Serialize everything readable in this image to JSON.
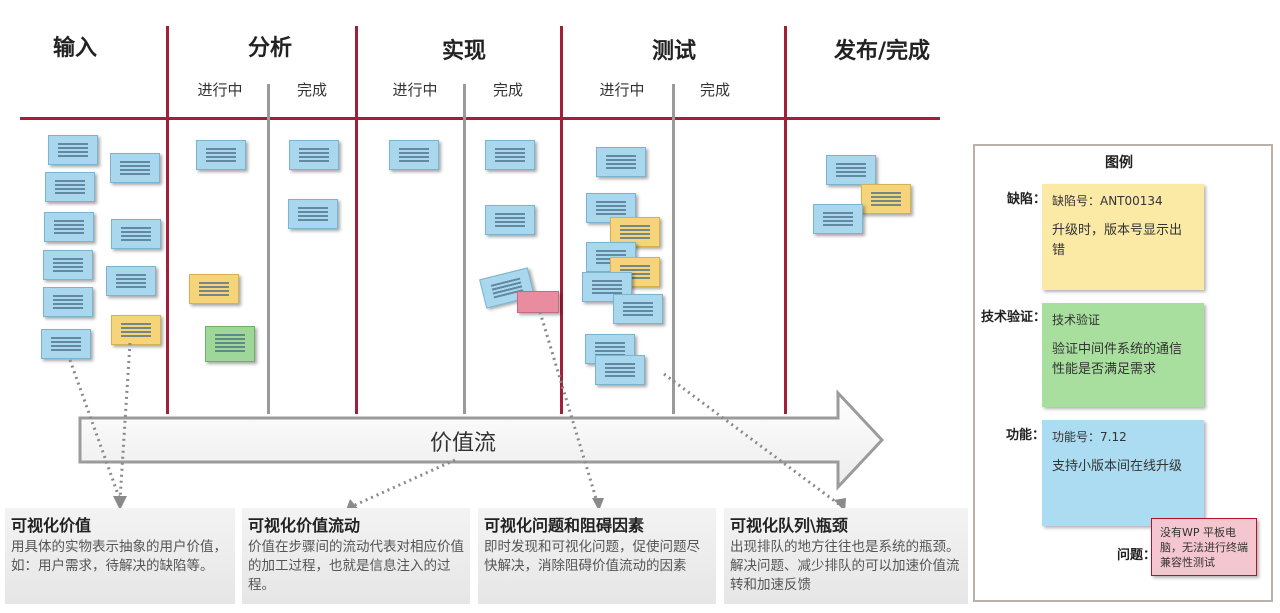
{
  "columns": {
    "input": "输入",
    "analysis": "分析",
    "implement": "实现",
    "test": "测试",
    "release": "发布/完成"
  },
  "subcolumns": {
    "analysis_doing": "进行中",
    "analysis_done": "完成",
    "implement_doing": "进行中",
    "implement_done": "完成",
    "test_doing": "进行中",
    "test_done": "完成"
  },
  "value_stream": "价值流",
  "descriptions": [
    {
      "title": "可视化价值",
      "body": "用具体的实物表示抽象的用户价值，如：用户需求，待解决的缺陷等。"
    },
    {
      "title": "可视化价值流动",
      "body": "价值在步骤间的流动代表对相应价值的加工过程，也就是信息注入的过程。"
    },
    {
      "title": "可视化问题和阻碍因素",
      "body": "即时发现和可视化问题，促使问题尽快解决，消除阻碍价值流动的因素"
    },
    {
      "title": "可视化队列\\瓶颈",
      "body": "出现排队的地方往往也是系统的瓶颈。解决问题、减少排队的可以加速价值流转和加速反馈"
    }
  ],
  "legend": {
    "title": "图例",
    "defect_label": "缺陷：",
    "defect_id": "缺陷号：ANT00134",
    "defect_text": "升级时，版本号显示出错",
    "tech_label": "技术验证：",
    "tech_title": "技术验证",
    "tech_text": "验证中间件系统的通信性能是否满足需求",
    "feature_label": "功能：",
    "feature_id": "功能号：7.12",
    "feature_text": "支持小版本间在线升级",
    "issue_label": "问题：",
    "issue_text": "没有WP 平板电脑，无法进行终端兼容性测试"
  },
  "colors": {
    "board_line": "#a0203a",
    "card_blue": "#a9d8ee",
    "card_yellow": "#f5d47a",
    "card_green": "#9ed798",
    "card_pink": "#ea8ca0"
  }
}
